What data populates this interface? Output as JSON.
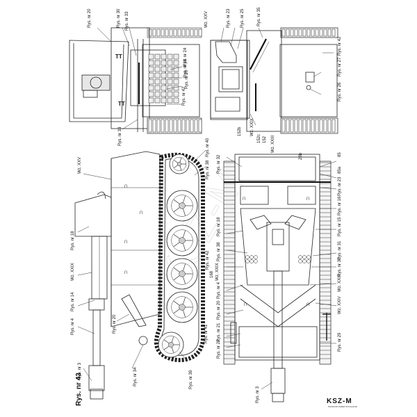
{
  "sheet_title": "Rys. nr 43",
  "brand": {
    "name": "KSZ-M",
    "tagline": "Modelarski Zakład Szczepański"
  },
  "top_left_view_labels": [
    "Rys. nr 20",
    "Rys. nr 30",
    "Rys. nr 33",
    "Rys. nr 24",
    "Rys. nr 18",
    "Rys. nr 20",
    "Rys. nr 42",
    "Rys. nr 33"
  ],
  "top_right_view_labels": [
    "Wz. XXV",
    "Rys. nr 23",
    "Rys. nr 25",
    "Rys. nr 35",
    "Rys. nr 42",
    "Rys. nr 27",
    "Rys. nr 26",
    "Wz. XXIX",
    "152b",
    "152c",
    "152",
    "Wz. XXIII"
  ],
  "side_view_labels": [
    "Wz. XXV",
    "Rys. nr 18",
    "Wz. XXIX",
    "Rys. nr 14",
    "Rys. nr 4",
    "Rys. nr 20",
    "Rys. nr 3",
    "Rys. nr 34",
    "Rys. nr 39",
    "Rys. nr 40",
    "Rys. nr 38"
  ],
  "plan_view_labels": [
    "Rys. nr 32",
    "Rys. nr 18",
    "Rys. nr 42",
    "Rys. nr 38",
    "168",
    "Wz. XXIX",
    "Rys. nr 4",
    "Rys. nr 20",
    "Rys. nr 41",
    "Rys. nr 21",
    "Rys. nr 22",
    "Rys. nr 3",
    "85",
    "85a",
    "28b",
    "Rys. nr 23",
    "Rys. nr 16",
    "Rys. nr 15",
    "Rys. nr 31",
    "Rys. nr 30",
    "Wz. XXIII",
    "Wz. XXIV",
    "Rys. nr 29"
  ]
}
